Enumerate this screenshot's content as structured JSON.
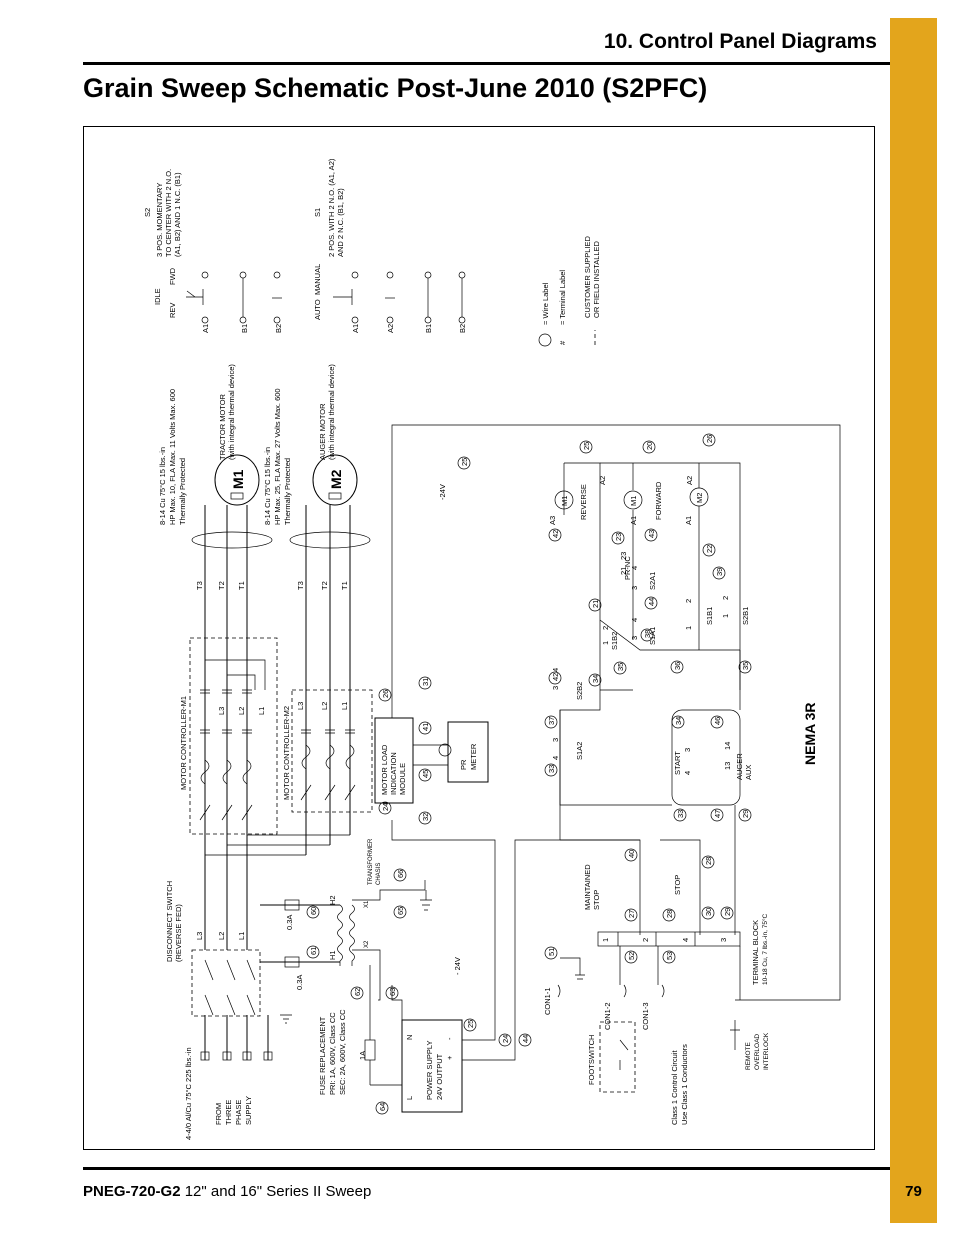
{
  "header": {
    "section_title": "10. Control Panel Diagrams",
    "page_title": "Grain Sweep Schematic Post-June 2010 (S2PFC)"
  },
  "footer": {
    "doc_code": "PNEG-720-G2",
    "doc_desc": " 12\" and 16\" Series II Sweep",
    "page_number": "79"
  },
  "theme": {
    "tab_color": "#e3a51c"
  },
  "diagram": {
    "enclosure": "NEMA 3R",
    "supply": [
      "FROM",
      "THREE",
      "PHASE",
      "SUPPLY"
    ],
    "wire_spec_main": "4-4/0  Al/Cu  75°C  225 lbs.-in",
    "disconnect_switch": [
      "DISCONNECT SWITCH",
      "(REVERSE FED)"
    ],
    "motor_controller_m1": "MOTOR CONTROLLER-M1",
    "motor_controller_m2": "MOTOR CONTROLLER-M2",
    "m1_label": "M1",
    "m2_label": "M2",
    "tractor_motor": [
      "TRACTOR MOTOR",
      "(with integral thermal device)"
    ],
    "auger_motor": [
      "AUGER MOTOR",
      "(with integral thermal device)"
    ],
    "tractor_spec": [
      "8-14 Cu 75°C 15 lbs.-in",
      "HP Max. 10, FLA Max. 11 Volts Max. 600",
      "Thermally Protected"
    ],
    "auger_spec": [
      "8-14 Cu 75°C 15 lbs.-in",
      "HP Max. 25, FLA Max. 27 Volts Max. 600",
      "Thermally Protected"
    ],
    "fuse_replacement": [
      "FUSE REPLACEMENT",
      "PRI: 1A, 600V, Class CC",
      "SEC: 2A, 600V, Class CC"
    ],
    "power_supply": [
      "POWER SUPPLY",
      "24V OUTPUT"
    ],
    "transformer_chassis": [
      "TRANSFORMER",
      "CHASIS"
    ],
    "load_module": [
      "MOTOR LOAD",
      "INDICATION",
      "MODULE"
    ],
    "pr_meter": [
      "PR",
      "METER"
    ],
    "maintained_stop": [
      "MAINTAINED",
      "STOP"
    ],
    "stop": "STOP",
    "start": "START",
    "auger_aux": [
      "AUGER",
      "AUX"
    ],
    "terminal_block": [
      "TERMINAL BLOCK",
      "10-18 Cu, 7 lbs.-in, 75°C"
    ],
    "remote_overload": [
      "REMOTE",
      "OVERLOAD",
      "INTERLOCK"
    ],
    "footswitch": "FOOTSWITCH",
    "class1_note": [
      "Class 1 Control Circuit",
      "Use Class 1 Conductors"
    ],
    "s2_desc": [
      "S2",
      "3 POS. MOMENTARY",
      "TO CENTER WITH 2 N.O.",
      "(A1, B2) AND 1 N.C. (B1)"
    ],
    "s1_desc": [
      "S1",
      "2 POS. WITH 2 N.O. (A1, A2)",
      "AND 2 N.C. (B1, B2)"
    ],
    "s2_positions": {
      "rev": "REV",
      "idle": "IDLE",
      "fwd": "FWD"
    },
    "s1_positions": {
      "auto": "AUTO",
      "manual": "MANUAL"
    },
    "legend": [
      "= Wire Label",
      "= Terminal Label",
      "CUSTOMER SUPPLIED",
      "OR FIELD INSTALLED"
    ],
    "voltage_neg24": "-24V",
    "voltage_neg24b": "- 24V",
    "current_03a": "0.3A",
    "current_1a": "1A",
    "con_labels": [
      "CON1-1",
      "CON1-2",
      "CON1-3"
    ],
    "reverse": "REVERSE",
    "forward": "FORWARD",
    "pr_nc": "PR-NC"
  }
}
